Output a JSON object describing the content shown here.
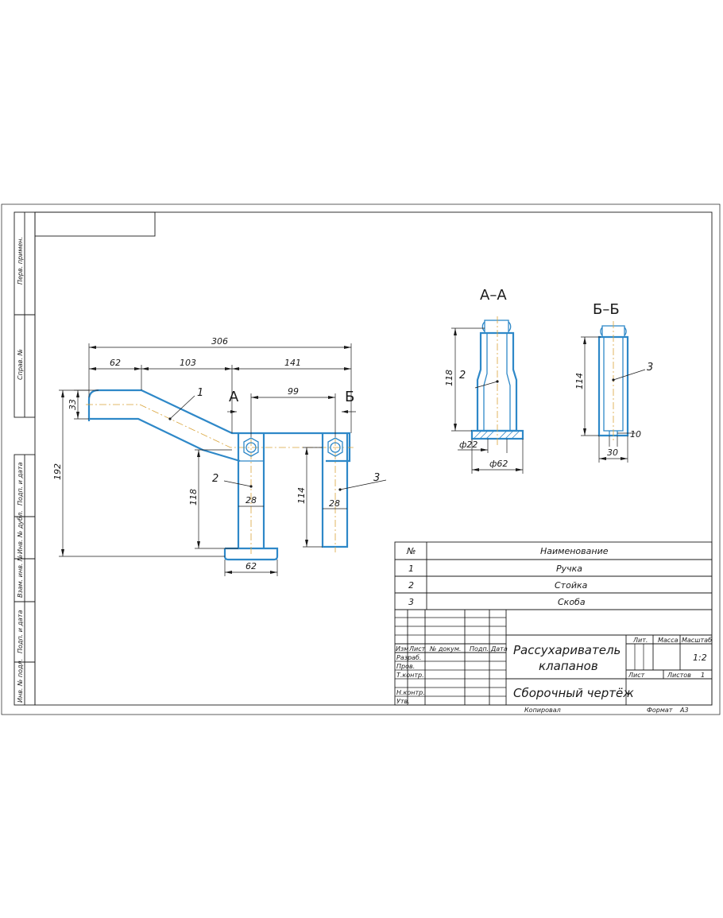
{
  "drawing": {
    "side_margin": [
      "Перв. примен.",
      "Справ. №",
      "Подп. и дата",
      "Инв. № дубл.",
      "Взам. инв. №",
      "Подп. и дата",
      "Инв. № подл."
    ],
    "main_view": {
      "dims": {
        "d306": "306",
        "d62": "62",
        "d103": "103",
        "d141": "141",
        "d99": "99",
        "d33": "33",
        "d192": "192",
        "d118": "118",
        "d114": "114",
        "d28a": "28",
        "d28b": "28",
        "d62b": "62"
      },
      "labels": {
        "p1": "1",
        "p2": "2",
        "p3": "3",
        "cutA": "А",
        "cutB": "Б"
      }
    },
    "section_aa": {
      "title": "А–А",
      "d118": "118",
      "d22": "ф22",
      "d62": "ф62",
      "p2": "2"
    },
    "section_bb": {
      "title": "Б–Б",
      "d114": "114",
      "d10": "10",
      "d30": "30",
      "p3": "3"
    },
    "parts_table": {
      "header_no": "№",
      "header_name": "Наименование",
      "rows": [
        {
          "no": "1",
          "name": "Ручка"
        },
        {
          "no": "2",
          "name": "Стойка"
        },
        {
          "no": "3",
          "name": "Скоба"
        }
      ]
    },
    "title_block": {
      "col_headers": [
        "Изм",
        "Лист",
        "№ докум.",
        "Подп.",
        "Дата"
      ],
      "roles": [
        "Разраб.",
        "Пров.",
        "Т.контр.",
        "",
        "Н.контр.",
        "Утв."
      ],
      "name_line1": "Рассухариватель",
      "name_line2": "клапанов",
      "doc_type": "Сборочный чертёж",
      "lit": "Лит.",
      "mass": "Масса",
      "scale_label": "Масштаб",
      "scale_value": "1:2",
      "sheet_label": "Лист",
      "sheets_label": "Листов",
      "sheets_value": "1",
      "copied": "Копировал",
      "format_label": "Формат",
      "format_value": "А3"
    }
  }
}
